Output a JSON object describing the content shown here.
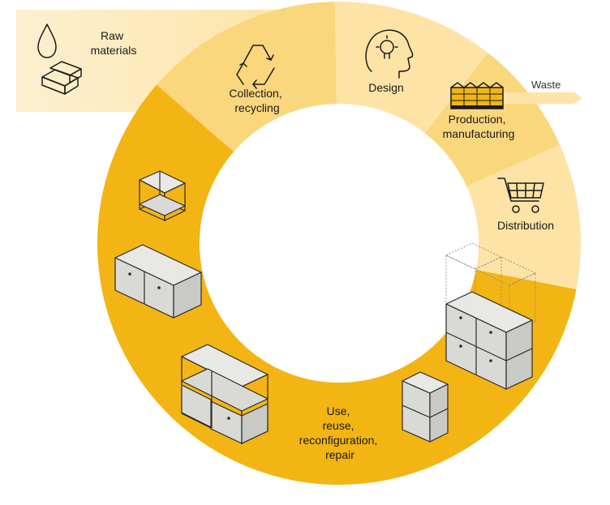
{
  "colors": {
    "band_light": "#fcebc4",
    "band_pale": "#fde4a6",
    "stage_collection": "#fad77d",
    "stage_design": "#fde4a6",
    "stage_production": "#fad77d",
    "stage_distribution": "#fde4a6",
    "stage_use": "#f3b514",
    "waste_arrow": "#fde4a6",
    "factory": "#f3b514",
    "text": "#1a1a1a"
  },
  "stages": {
    "raw_materials": {
      "lines": [
        "Raw",
        "materials"
      ],
      "icons": [
        "droplet-icon",
        "gold-bars-icon"
      ]
    },
    "collection": {
      "lines": [
        "Collection,",
        "recycling"
      ],
      "icon": "recycle-icon"
    },
    "design": {
      "lines": [
        "Design"
      ],
      "icon": "head-lightbulb-icon"
    },
    "production": {
      "lines": [
        "Production,",
        "manufacturing"
      ],
      "icon": "factory-icon"
    },
    "distribution": {
      "lines": [
        "Distribution"
      ],
      "icon": "shopping-cart-icon"
    },
    "use": {
      "lines": [
        "Use,",
        "reuse,",
        "reconfiguration,",
        "repair"
      ],
      "icon": "modular-furniture-icon"
    }
  },
  "waste": {
    "label": "Waste"
  }
}
